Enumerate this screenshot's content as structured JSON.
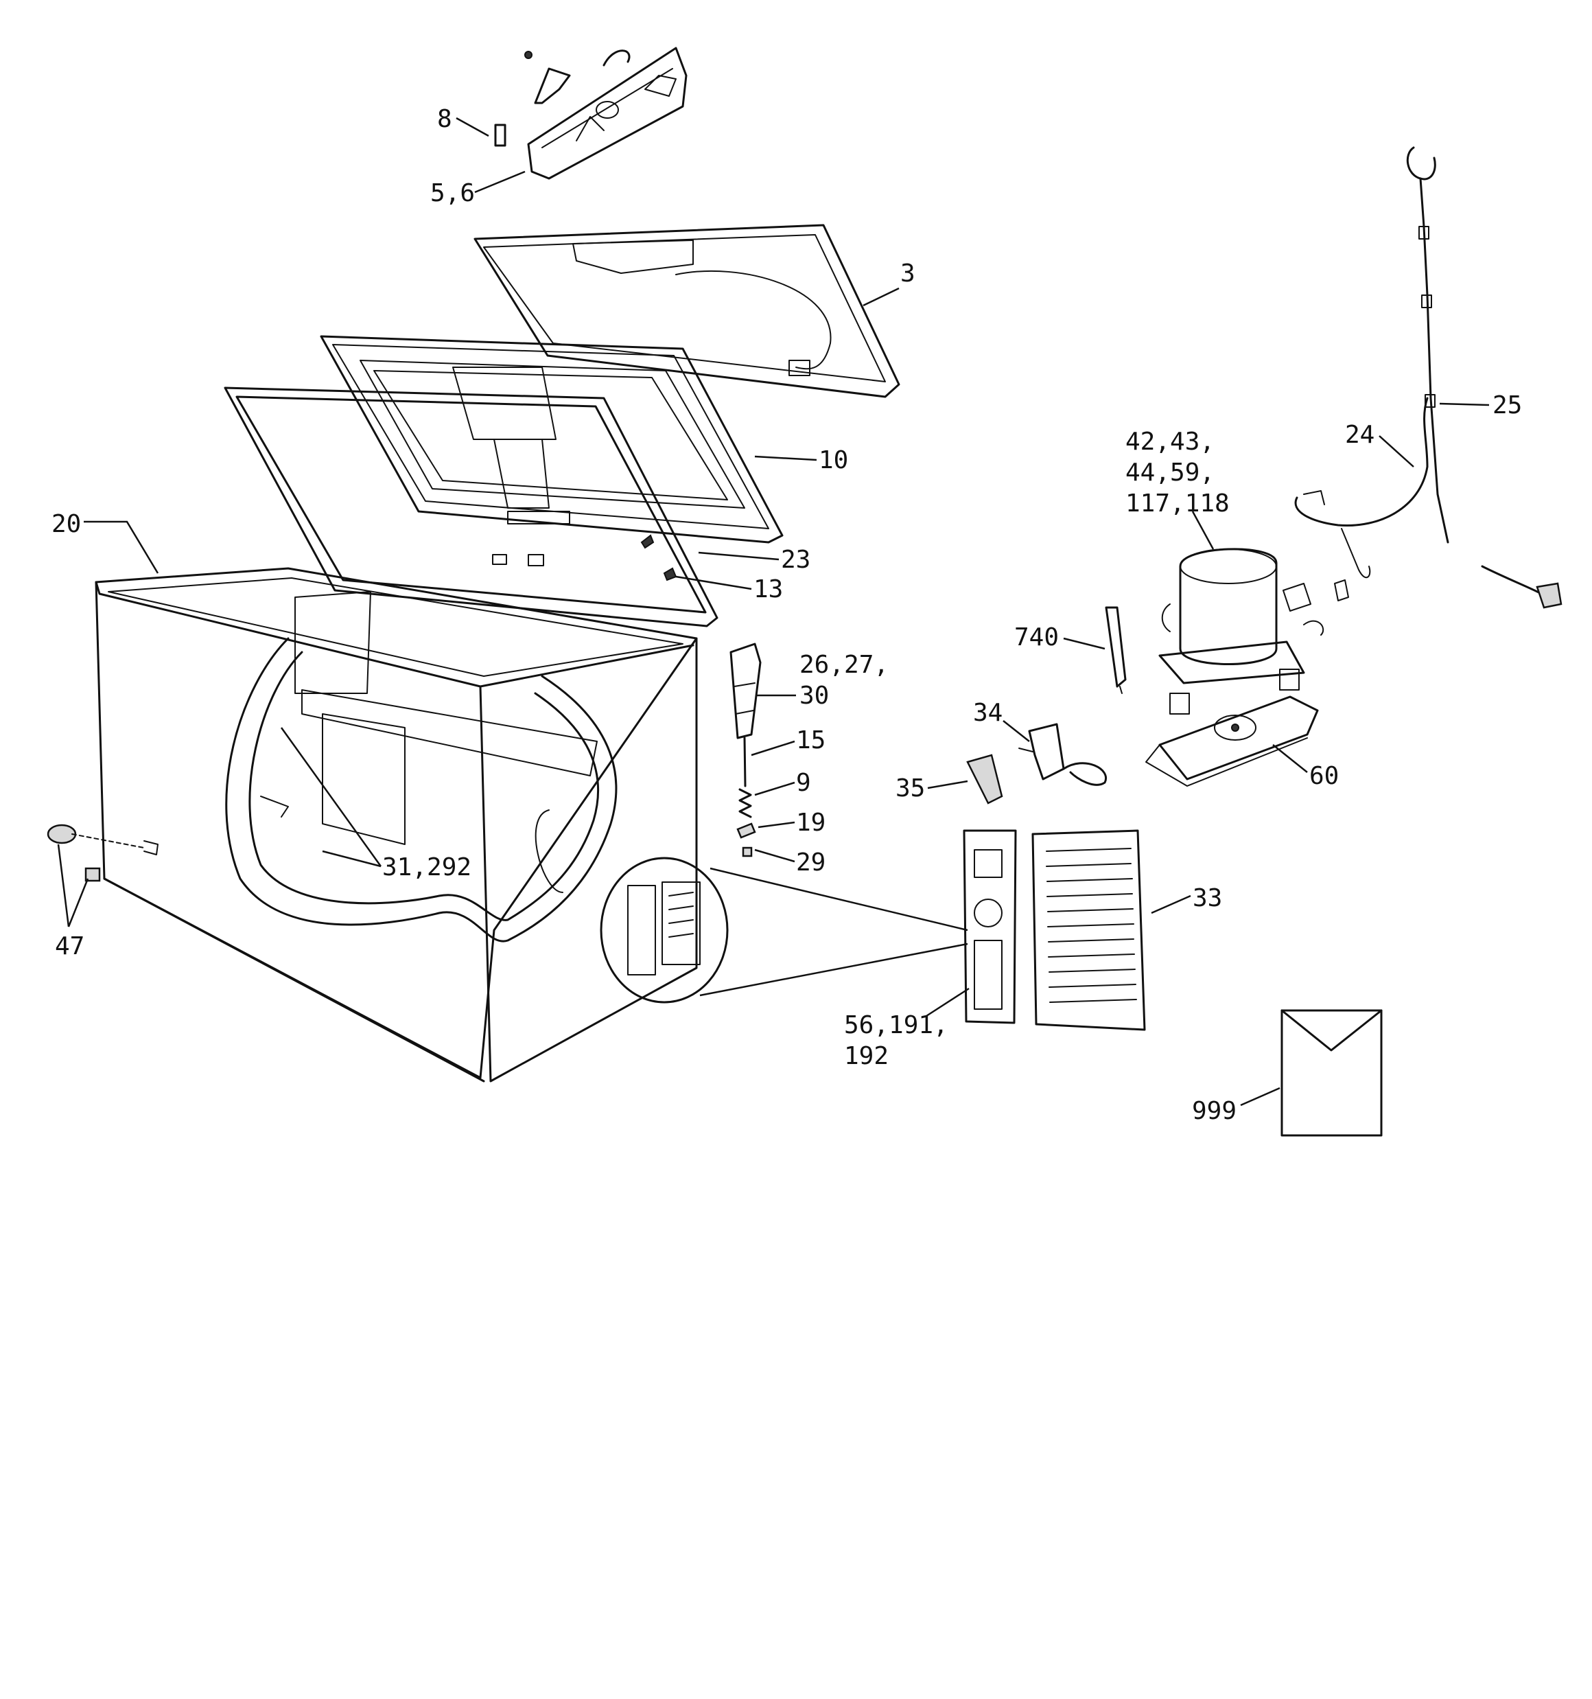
{
  "callouts": {
    "c8": "8",
    "c5_6": "5,6",
    "c3": "3",
    "c10": "10",
    "c20": "20",
    "c23": "23",
    "c13": "13",
    "c26_27": "26,27,",
    "c30": "30",
    "c15": "15",
    "c9": "9",
    "c19": "19",
    "c29": "29",
    "c31_292": "31,292",
    "c47": "47",
    "c42_l1": "42,43,",
    "c42_l2": "44,59,",
    "c42_l3": "117,118",
    "c740": "740",
    "c34": "34",
    "c35": "35",
    "c60": "60",
    "c25": "25",
    "c24": "24",
    "c33": "33",
    "c56_l1": "56,191,",
    "c56_l2": "192",
    "c999": "999"
  }
}
